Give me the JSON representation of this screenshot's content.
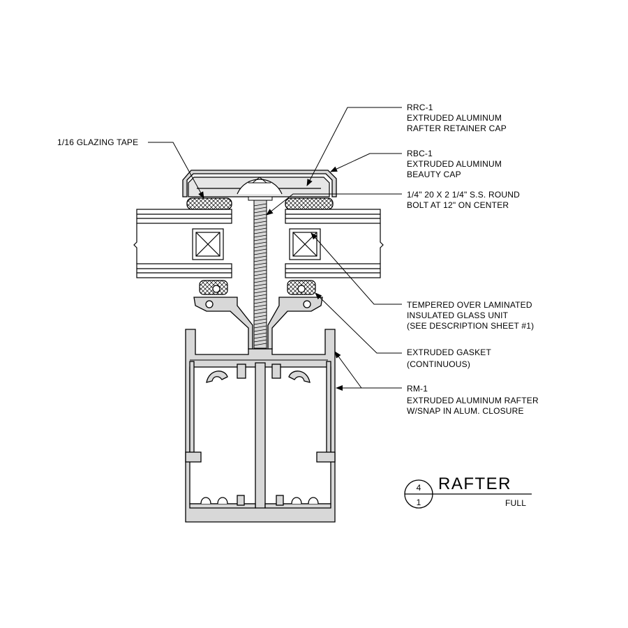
{
  "callouts": {
    "glazing_tape": "1/16 GLAZING TAPE",
    "rrc": [
      "RRC-1",
      "EXTRUDED ALUMINUM",
      "RAFTER RETAINER CAP"
    ],
    "rbc": [
      "RBC-1",
      "EXTRUDED ALUMINUM",
      "BEAUTY CAP"
    ],
    "bolt": [
      "1/4\" 20 X 2 1/4\" S.S. ROUND",
      "BOLT AT 12\" ON CENTER"
    ],
    "glass": [
      "TEMPERED OVER LAMINATED",
      "INSULATED GLASS UNIT",
      "(SEE DESCRIPTION SHEET #1)"
    ],
    "gasket": [
      "EXTRUDED GASKET",
      "(CONTINUOUS)"
    ],
    "rafter": [
      "RM-1",
      "EXTRUDED ALUMINUM RAFTER",
      "W/SNAP IN ALUM. CLOSURE"
    ]
  },
  "title_block": {
    "detail_number": "4",
    "sheet_number": "1",
    "title": "RAFTER",
    "scale": "FULL"
  },
  "colors": {
    "aluminum": "#d8d8d8",
    "line": "#000000",
    "background": "#ffffff"
  }
}
